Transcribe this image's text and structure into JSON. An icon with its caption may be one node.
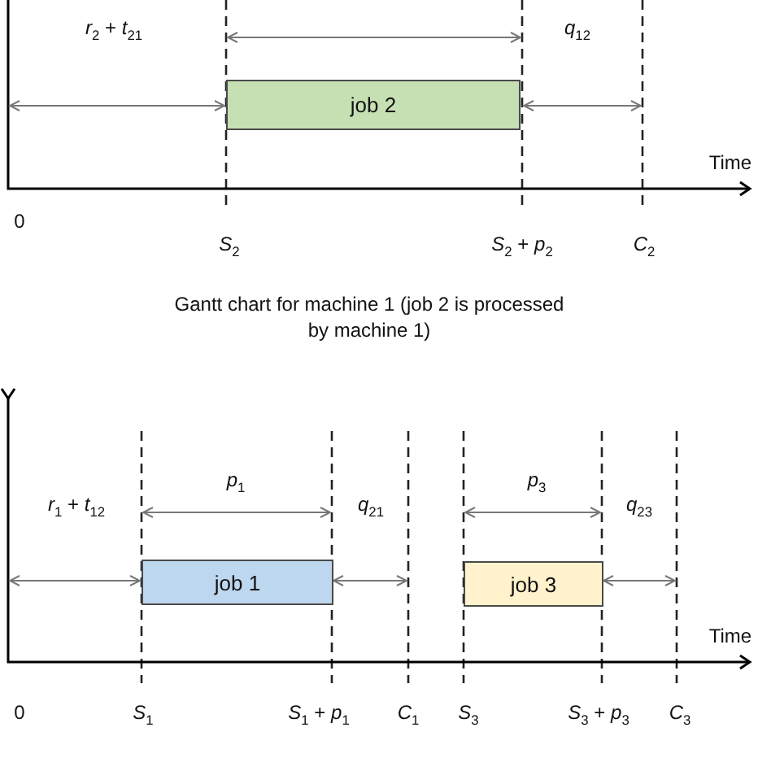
{
  "diagram": {
    "nodes": [
      {
        "text": [
          "job 2"
        ]
      },
      {
        "text": [
          "job 1"
        ]
      },
      {
        "text": [
          "job 3"
        ]
      }
    ],
    "labels": [
      "*r*$_{2}$ + *t*$_{21}$",
      "*q*$_{12}$",
      "Time",
      "0",
      "*S*$_{2}$",
      "*S*$_{2}$ + *p*$_{2}$",
      "*C*$_{2}$",
      "Gantt chart for machine 1 (job 2 is processed by machine 1)",
      "*p*$_{1}$",
      "*p*$_{3}$",
      "*r*$_{1}$ + *t*$_{12}$",
      "*q*$_{21}$",
      "*q*$_{23}$",
      "Time",
      "0",
      "*S*$_{1}$",
      "*S*$_{1}$ + *p*$_{1}$",
      "*C*$_{1}$",
      "*S*$_{3}$",
      "*S*$_{3}$ + *p*$_{3}$",
      "*C*$_{3}$"
    ]
  }
}
